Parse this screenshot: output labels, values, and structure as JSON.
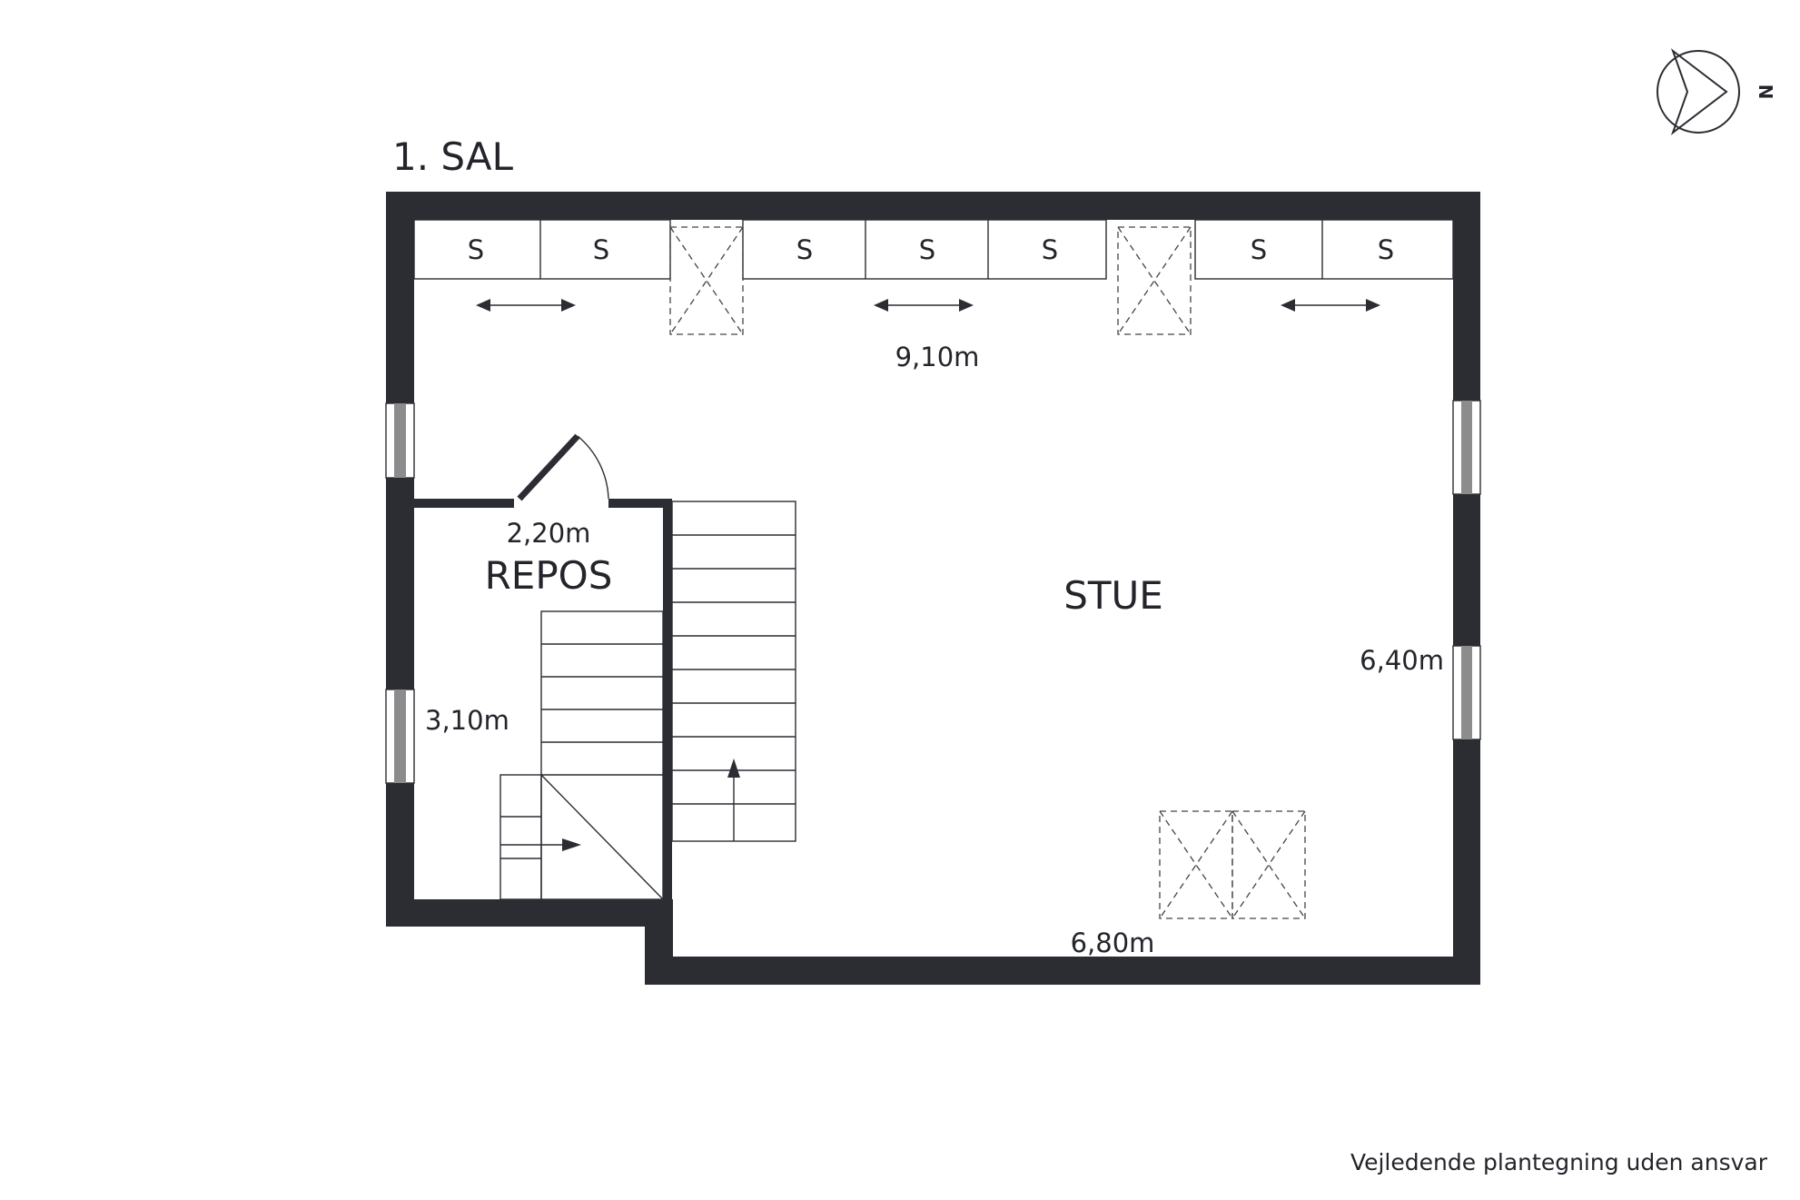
{
  "floor_title": "1. SAL",
  "rooms": {
    "living": {
      "name": "STUE"
    },
    "landing": {
      "name": "REPOS"
    }
  },
  "dimensions": {
    "top_width": "9,10m",
    "bottom_width": "6,80m",
    "right_height": "6,40m",
    "landing_width": "2,20m",
    "landing_height": "3,10m"
  },
  "storage_label": "S",
  "compass_label": "N",
  "footer_note": "Vejledende plantegning uden ansvar"
}
